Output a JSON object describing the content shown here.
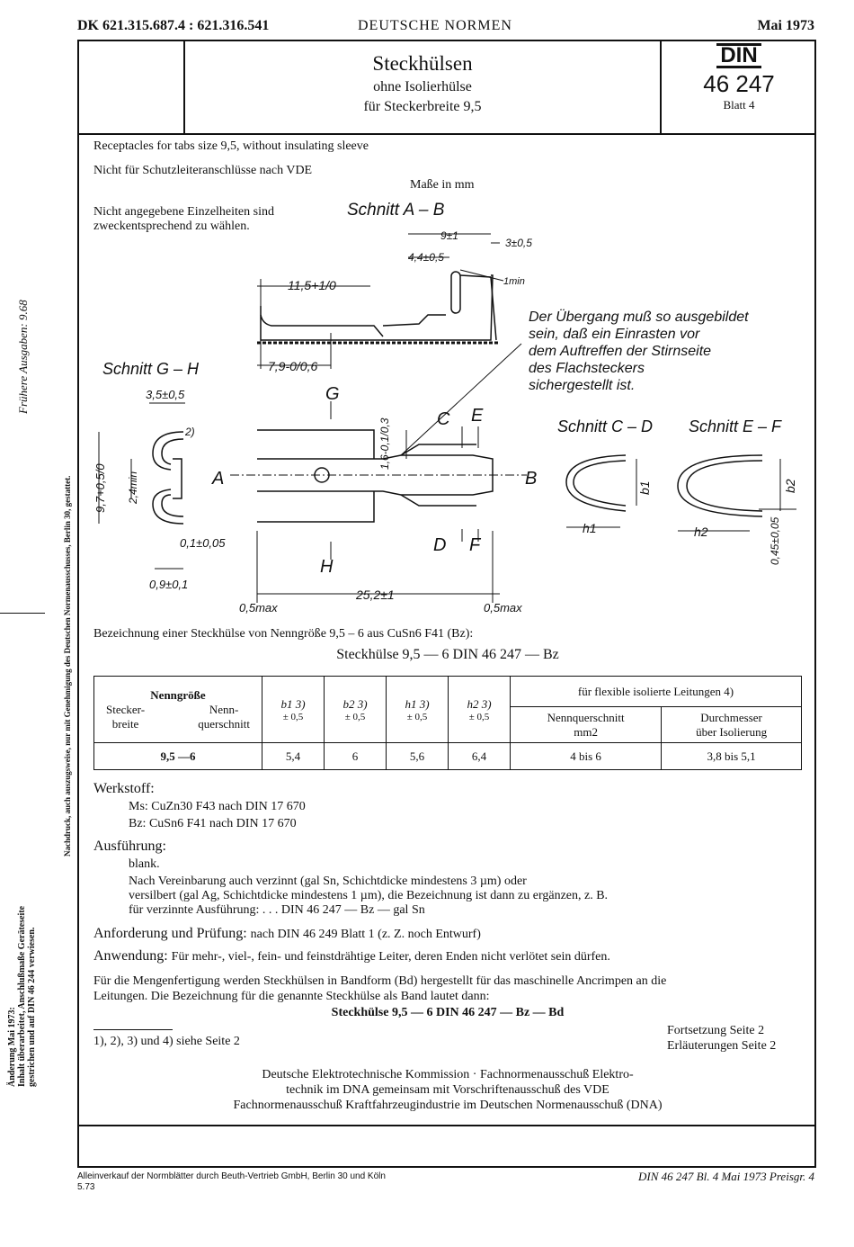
{
  "header": {
    "dk": "DK 621.315.687.4 : 621.316.541",
    "center": "DEUTSCHE NORMEN",
    "date": "Mai 1973"
  },
  "titlebox": {
    "title": "Steckhülsen",
    "sub1": "ohne Isolierhülse",
    "sub2": "für Steckerbreite 9,5",
    "din": "DIN",
    "number": "46 247",
    "blatt": "Blatt 4"
  },
  "intro": {
    "english": "Receptacles for tabs size 9,5, without insulating sleeve",
    "nicht": "Nicht für Schutzleiteranschlüsse nach VDE",
    "masse": "Maße in mm",
    "details_1": "Nicht angegebene Einzelheiten sind",
    "details_2": "zweckentsprechend zu wählen."
  },
  "drawing": {
    "schnitt_ab": "Schnitt A – B",
    "schnitt_gh": "Schnitt G – H",
    "schnitt_cd": "Schnitt C – D",
    "schnitt_ef": "Schnitt E – F",
    "note_1": "Der Übergang muß so ausgebildet",
    "note_2": "sein, daß ein Einrasten vor",
    "note_3": "dem Auftreffen der Stirnseite",
    "note_4": "des Flachsteckers",
    "note_5": "sichergestellt ist.",
    "dim_9": "9±1",
    "dim_3": "3±0,5",
    "dim_44": "4,4±0,5",
    "dim_1min": "1min",
    "dim_115": "11,5+1/0",
    "dim_79": "7,9-0/0,6",
    "dim_35": "3,5±0,5",
    "dim_97": "9,7+0,5/0",
    "dim_24": "2,4min",
    "dim_01": "0,1±0,05",
    "dim_09": "0,9±0,1",
    "dim_16": "1,6-0,1/0,3",
    "dim_252": "25,2±1",
    "dim_05a": "0,5max",
    "dim_05b": "0,5max",
    "dim_045": "0,45±0,05",
    "lbl_a": "A",
    "lbl_b": "B",
    "lbl_c": "C",
    "lbl_d": "D",
    "lbl_e": "E",
    "lbl_f": "F",
    "lbl_g": "G",
    "lbl_h": "H",
    "lbl_b1": "b1",
    "lbl_b2": "b2",
    "lbl_h1": "h1",
    "lbl_h2": "h2",
    "fn2": "2)"
  },
  "designation": {
    "intro": "Bezeichnung einer Steckhülse von Nenngröße 9,5 – 6 aus CuSn6 F41 (Bz):",
    "example": "Steckhülse 9,5 — 6 DIN 46 247 — Bz"
  },
  "table": {
    "nenngroesse": "Nenngröße",
    "stecker": "Stecker-",
    "breite": "breite",
    "nenn": "Nenn-",
    "querschnitt": "querschnitt",
    "b1": "b1 3)",
    "b2": "b2 3)",
    "h1": "h1 3)",
    "h2": "h2 3)",
    "tol": "± 0,5",
    "flex": "für flexible isolierte Leitungen 4)",
    "nennq": "Nennquerschnitt",
    "mm2": "mm2",
    "durch": "Durchmesser",
    "ueber": "über Isolierung",
    "row": {
      "size": "9,5 —6",
      "b1": "5,4",
      "b2": "6",
      "h1": "5,6",
      "h2": "6,4",
      "nq": "4 bis 6",
      "dm": "3,8 bis 5,1"
    }
  },
  "werkstoff": {
    "head": "Werkstoff:",
    "ms": "Ms: CuZn30 F43 nach DIN 17 670",
    "bz": "Bz: CuSn6 F41 nach DIN 17 670"
  },
  "ausfuehrung": {
    "head": "Ausführung:",
    "l1": "blank.",
    "l2": "Nach Vereinbarung auch verzinnt (gal Sn, Schichtdicke mindestens 3 µm) oder",
    "l3": "versilbert (gal Ag, Schichtdicke mindestens 1 µm), die Bezeichnung ist dann zu ergänzen, z. B.",
    "l4": "für verzinnte Ausführung: . . . DIN 46 247 — Bz — gal Sn"
  },
  "anforderung": {
    "head": "Anforderung und Prüfung:",
    "text": "nach DIN 46 249 Blatt 1 (z. Z. noch Entwurf)"
  },
  "anwendung": {
    "head": "Anwendung:",
    "text": "Für mehr-, viel-, fein- und feinstdrähtige Leiter, deren Enden nicht verlötet sein dürfen."
  },
  "band": {
    "l1": "Für die Mengenfertigung werden Steckhülsen in Bandform (Bd) hergestellt für das maschinelle Ancrimpen an die",
    "l2": "Leitungen. Die Bezeichnung für die genannte Steckhülse als Band lautet dann:",
    "l3": "Steckhülse 9,5 — 6 DIN 46 247 — Bz — Bd"
  },
  "footnote": "1), 2), 3) und 4) siehe Seite 2",
  "fortsetzung": "Fortsetzung Seite 2",
  "erlaeuterungen": "Erläuterungen Seite 2",
  "committee": {
    "l1": "Deutsche Elektrotechnische Kommission · Fachnormenausschuß Elektro-",
    "l2": "technik im DNA gemeinsam mit Vorschriftenausschuß des VDE",
    "l3": "Fachnormenausschuß Kraftfahrzeugindustrie im Deutschen Normenausschuß (DNA)"
  },
  "bottom": {
    "left1": "Alleinverkauf der Normblätter durch Beuth-Vertrieb GmbH, Berlin 30 und Köln",
    "left2": "5.73",
    "right": "DIN 46 247 Bl. 4   Mai 1973   Preisgr. 4"
  },
  "margin": {
    "fruehere": "Frühere Ausgaben: 9.68",
    "nachdruck": "Nachdruck, auch auszugsweise, nur mit Genehmigung des Deutschen Normenausschusses, Berlin 30, gestattet.",
    "aend1": "Änderung Mai 1973:",
    "aend2": "Inhalt überarbeitet, Anschlußmaße Geräteseite",
    "aend3": "gestrichen und auf DIN 46 244 verwiesen."
  }
}
